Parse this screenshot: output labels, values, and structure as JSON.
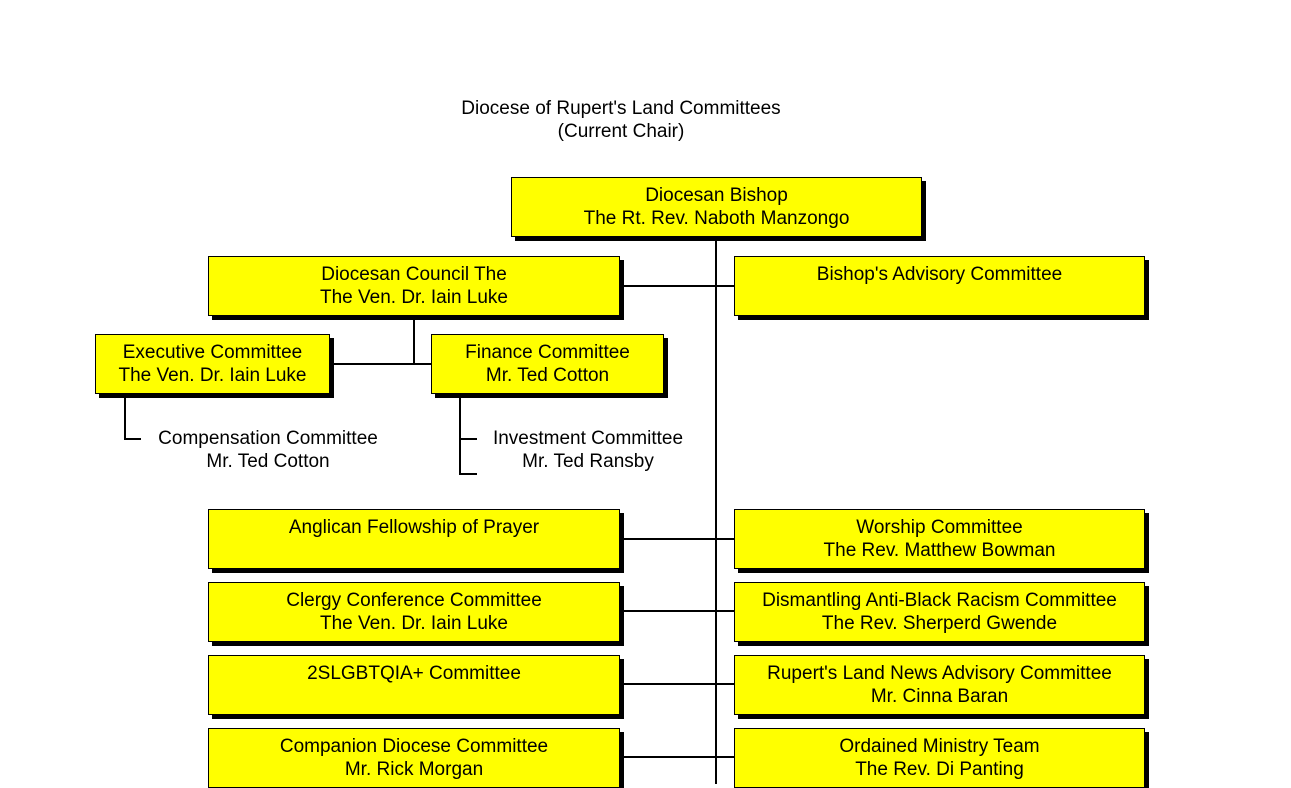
{
  "title": {
    "line1": "Diocese of Rupert's Land Committees",
    "line2": "(Current Chair)"
  },
  "bishop": {
    "name": "Diocesan Bishop",
    "chair": "The Rt. Rev. Naboth Manzongo"
  },
  "council": {
    "name": "Diocesan Council The",
    "chair": "The Ven. Dr. Iain Luke"
  },
  "advisory": {
    "name": "Bishop's Advisory Committee"
  },
  "executive": {
    "name": "Executive Committee",
    "chair": "The Ven. Dr. Iain Luke"
  },
  "finance": {
    "name": "Finance Committee",
    "chair": "Mr. Ted Cotton"
  },
  "compensation": {
    "name": "Compensation Committee",
    "chair": "Mr. Ted Cotton"
  },
  "investment": {
    "name": "Investment Committee",
    "chair": "Mr. Ted Ransby"
  },
  "fellowship": {
    "name": "Anglican Fellowship of Prayer"
  },
  "worship": {
    "name": "Worship Committee",
    "chair": "The Rev. Matthew Bowman"
  },
  "clergy": {
    "name": "Clergy Conference Committee",
    "chair": "The Ven. Dr. Iain Luke"
  },
  "racism": {
    "name": "Dismantling Anti-Black Racism Committee",
    "chair": "The Rev. Sherperd Gwende"
  },
  "lgbt": {
    "name": "2SLGBTQIA+ Committee"
  },
  "news": {
    "name": "Rupert's Land News Advisory Committee",
    "chair": "Mr. Cinna Baran"
  },
  "companion": {
    "name": "Companion Diocese Committee",
    "chair": "Mr. Rick Morgan"
  },
  "ordained": {
    "name": "Ordained Ministry Team",
    "chair": "The Rev. Di Panting"
  }
}
